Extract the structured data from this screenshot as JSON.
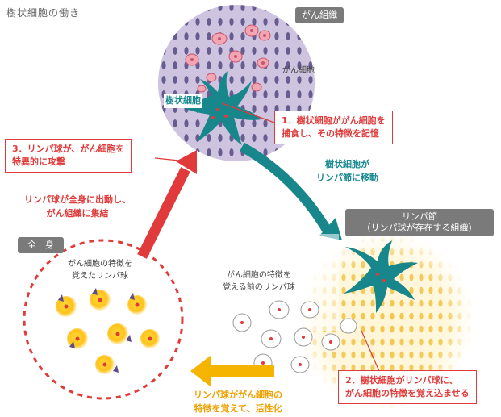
{
  "title": "樹状細胞の働き",
  "cancer_tissue": {
    "tag": "がん組織",
    "cancer_cell_label": "がん細胞",
    "dendritic_cell_label": "樹状細胞"
  },
  "step1": {
    "line1": "1．樹状細胞ががん細胞を",
    "line2": "捕食し、その特徴を記憶"
  },
  "move_label": {
    "line1": "樹状細胞が",
    "line2": "リンパ節に移動"
  },
  "lymph_node": {
    "tag_line1": "リンパ節",
    "tag_line2": "（リンパ球が存在する組織）",
    "before_label_line1": "がん細胞の特徴を",
    "before_label_line2": "覚える前のリンパ球"
  },
  "step2": {
    "line1": "2．樹状細胞がリンパ球に、",
    "line2": "がん細胞の特徴を覚え込ませる"
  },
  "activate_label": {
    "line1": "リンパ球ががん細胞の",
    "line2": "特徴を覚えて、活性化"
  },
  "whole_body": {
    "tag": "全　身",
    "memory_label_line1": "がん細胞の特徴を",
    "memory_label_line2": "覚えたリンパ球"
  },
  "mobilize_label": {
    "line1": "リンパ球が全身に出動し、",
    "line2": "がん組織に集結"
  },
  "step3": {
    "line1": "3．リンパ球が、がん細胞を",
    "line2": "特異的に攻撃"
  },
  "colors": {
    "red": "#e03a3a",
    "teal": "#1a8a90",
    "orange": "#f0a000",
    "cancer_bg": "#cfc4df",
    "lymph_dots": "#f3c64a",
    "tag_grey": "#7a7a7a"
  }
}
